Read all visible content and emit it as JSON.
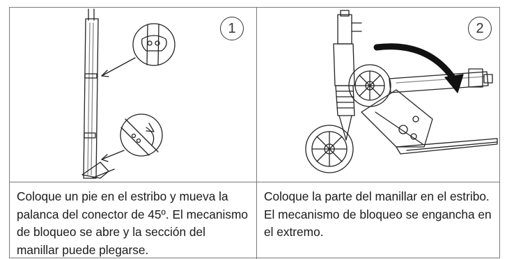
{
  "steps": [
    {
      "number": "1",
      "text": "Coloque un pie en el estribo y mueva la palanca del conector de 45º. El mecanismo de bloqueo se abre y la sección del manillar puede plegarse."
    },
    {
      "number": "2",
      "text": "Coloque la parte del manillar en el estribo. El mecanismo de bloqueo se engancha en el extremo."
    }
  ]
}
